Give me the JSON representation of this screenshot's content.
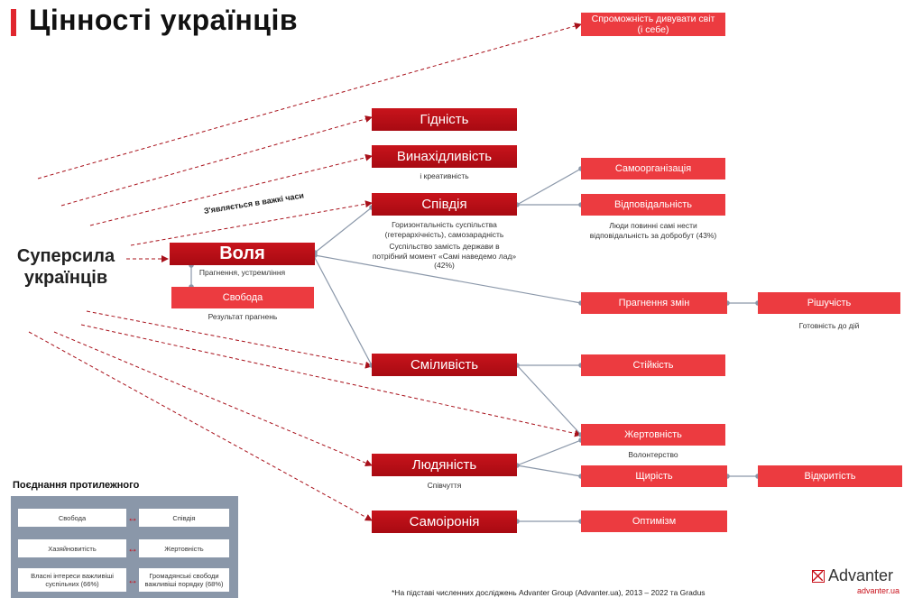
{
  "title": "Цінності українців",
  "super_label": "Суперсила українців",
  "rotated_label": "З'являється в важкі часи",
  "nodes": {
    "vola": "Воля",
    "svoboda": "Свобода",
    "gidnist": "Гідність",
    "vynakhidlyvist": "Винахідливість",
    "spivdiya": "Співдія",
    "smilyvist": "Сміливість",
    "lyudyanist": "Людяність",
    "samoironiya": "Самоіронія",
    "spromozhnist": "Спроможність дивувати світ (і себе)",
    "samoorganizatsiya": "Самоорганізація",
    "vidpovidalnist": "Відповідальність",
    "pragnennya_zmin": "Прагнення змін",
    "rishuchist": "Рішучість",
    "stiykist": "Стійкість",
    "zhertovnist": "Жертовність",
    "shchyrist": "Щирість",
    "vidkrytist": "Відкритість",
    "optymizm": "Оптимізм"
  },
  "captions": {
    "vola": "Прагнення, устремління",
    "svoboda": "Результат прагнень",
    "vynakhidlyvist": "і креативність",
    "spivdiya_1": "Горизонтальність суспільства (гетерархічність), самозарадність",
    "spivdiya_2": "Суспільство замість держави в потрібний момент «Самі наведемо лад» (42%)",
    "vidpovidalnist": "Люди повинні самі нести відповідальність за добробут (43%)",
    "rishuchist": "Готовність до дій",
    "zhertovnist": "Волонтерство",
    "lyudyanist": "Співчуття"
  },
  "panel": {
    "title": "Поєднання протилежного",
    "rows": [
      {
        "left": "Свобода",
        "right": "Співдія"
      },
      {
        "left": "Хазяйновитість",
        "right": "Жертовність"
      },
      {
        "left": "Власні інтереси важливіші суспільних (66%)",
        "right": "Громадянські свободи важливіші порядку (68%)"
      }
    ]
  },
  "footnote": "*На підставі численних досліджень Advanter Group (Advanter.ua), 2013 – 2022 та Gradus",
  "logo": {
    "name": "Advanter",
    "url": "advanter.ua"
  },
  "colors": {
    "accent": "#e0262e",
    "dark": "#a80a12",
    "line": "#8a97a9"
  }
}
